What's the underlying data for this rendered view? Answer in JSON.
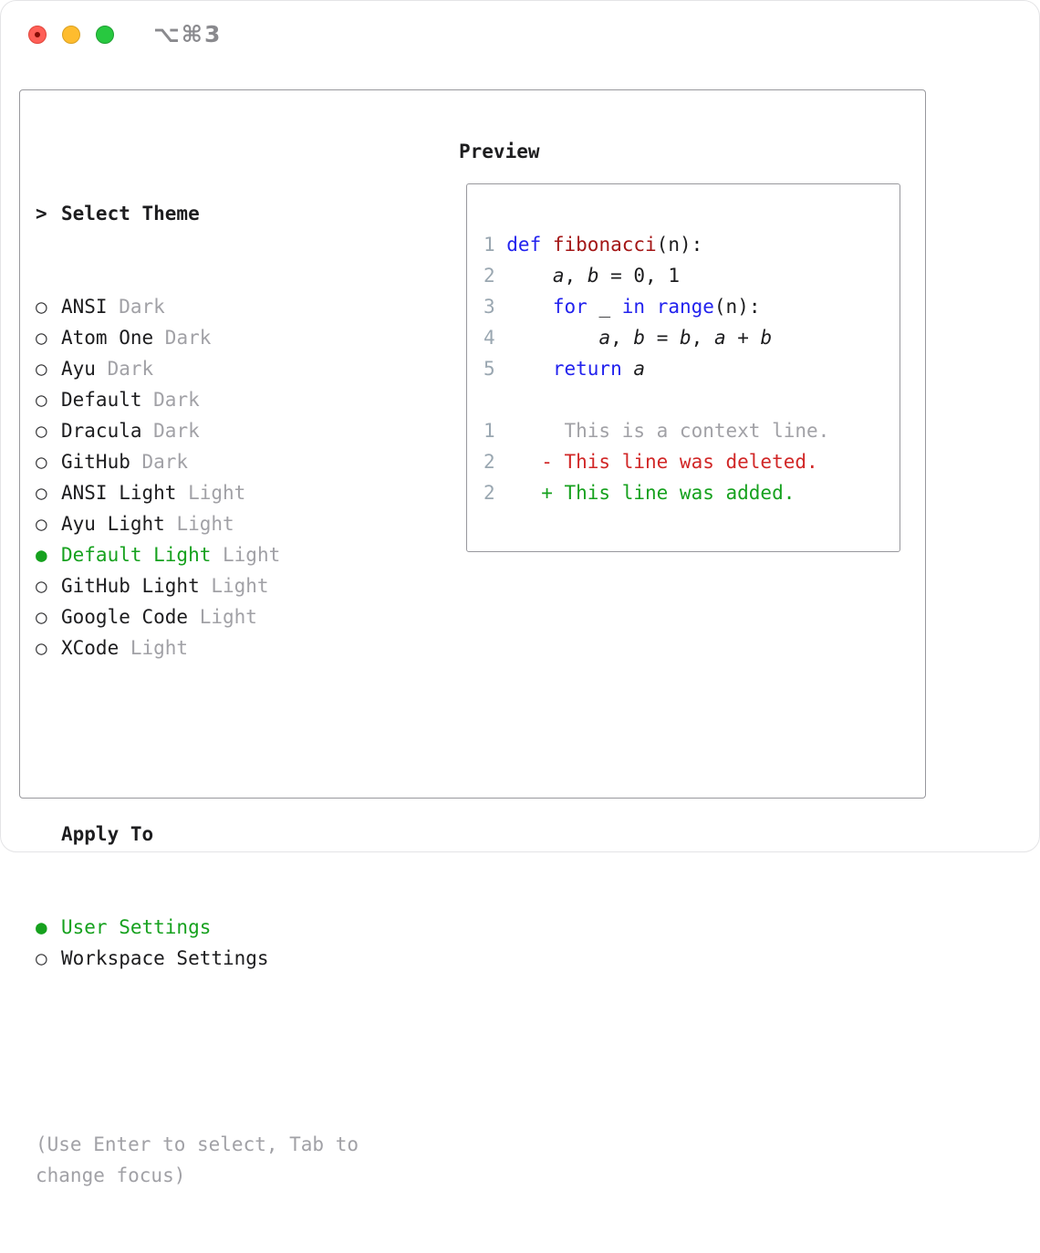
{
  "window": {
    "shortcut": "⌥⌘3"
  },
  "colors": {
    "accent_green": "#16a11e",
    "keyword_blue": "#2222ee",
    "function_red": "#a31515",
    "deleted_red": "#d12727",
    "muted_gray": "#a1a1a6",
    "line_number_gray": "#9aa7b1"
  },
  "theme_selector": {
    "prompt_marker": ">",
    "title": "Select Theme",
    "radio_unselected": "○",
    "radio_selected": "●",
    "items": [
      {
        "name": "ANSI",
        "variant": "Dark",
        "selected": false
      },
      {
        "name": "Atom One",
        "variant": "Dark",
        "selected": false
      },
      {
        "name": "Ayu",
        "variant": "Dark",
        "selected": false
      },
      {
        "name": "Default",
        "variant": "Dark",
        "selected": false
      },
      {
        "name": "Dracula",
        "variant": "Dark",
        "selected": false
      },
      {
        "name": "GitHub",
        "variant": "Dark",
        "selected": false
      },
      {
        "name": "ANSI Light",
        "variant": "Light",
        "selected": false
      },
      {
        "name": "Ayu Light",
        "variant": "Light",
        "selected": false
      },
      {
        "name": "Default Light",
        "variant": "Light",
        "selected": true
      },
      {
        "name": "GitHub Light",
        "variant": "Light",
        "selected": false
      },
      {
        "name": "Google Code",
        "variant": "Light",
        "selected": false
      },
      {
        "name": "XCode",
        "variant": "Light",
        "selected": false
      }
    ]
  },
  "apply_to": {
    "title": "Apply To",
    "options": [
      {
        "label": "User Settings",
        "selected": true
      },
      {
        "label": "Workspace Settings",
        "selected": false
      }
    ]
  },
  "help_text": "(Use Enter to select, Tab to change focus)",
  "preview": {
    "title": "Preview",
    "code_lines": [
      {
        "num": "1",
        "segments": [
          {
            "t": "def",
            "c": "kw"
          },
          {
            "t": " ",
            "c": "plain"
          },
          {
            "t": "fibonacci",
            "c": "fn"
          },
          {
            "t": "(n):",
            "c": "plain"
          }
        ]
      },
      {
        "num": "2",
        "segments": [
          {
            "t": "    ",
            "c": "plain"
          },
          {
            "t": "a",
            "c": "var"
          },
          {
            "t": ", ",
            "c": "plain"
          },
          {
            "t": "b",
            "c": "var"
          },
          {
            "t": " = 0, 1",
            "c": "plain"
          }
        ]
      },
      {
        "num": "3",
        "segments": [
          {
            "t": "    ",
            "c": "plain"
          },
          {
            "t": "for",
            "c": "kw"
          },
          {
            "t": " _ ",
            "c": "plain"
          },
          {
            "t": "in",
            "c": "kw"
          },
          {
            "t": " ",
            "c": "plain"
          },
          {
            "t": "range",
            "c": "kw"
          },
          {
            "t": "(n):",
            "c": "plain"
          }
        ]
      },
      {
        "num": "4",
        "segments": [
          {
            "t": "        ",
            "c": "plain"
          },
          {
            "t": "a",
            "c": "var"
          },
          {
            "t": ", ",
            "c": "plain"
          },
          {
            "t": "b",
            "c": "var"
          },
          {
            "t": " = ",
            "c": "plain"
          },
          {
            "t": "b",
            "c": "var"
          },
          {
            "t": ", ",
            "c": "plain"
          },
          {
            "t": "a",
            "c": "var"
          },
          {
            "t": " + ",
            "c": "plain"
          },
          {
            "t": "b",
            "c": "var"
          }
        ]
      },
      {
        "num": "5",
        "segments": [
          {
            "t": "    ",
            "c": "plain"
          },
          {
            "t": "return",
            "c": "kw"
          },
          {
            "t": " ",
            "c": "plain"
          },
          {
            "t": "a",
            "c": "var"
          }
        ]
      }
    ],
    "diff_lines": [
      {
        "num": "1",
        "text": "     This is a context line.",
        "c": "ctx"
      },
      {
        "num": "2",
        "text": "   - This line was deleted.",
        "c": "del"
      },
      {
        "num": "2",
        "text": "   + This line was added.",
        "c": "add"
      }
    ]
  }
}
